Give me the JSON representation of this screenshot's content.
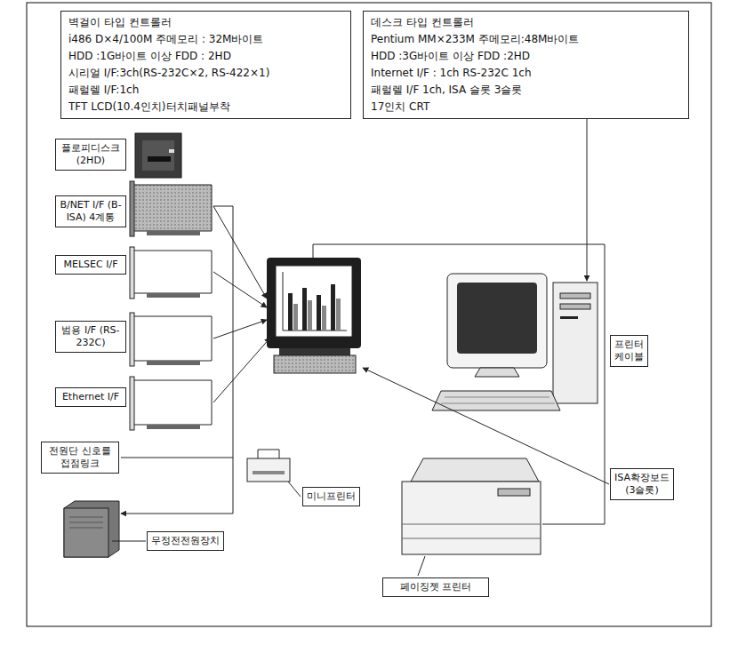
{
  "diagram": {
    "nodes": [
      {
        "text": [
          "벽걸이 타입 컨트롤러",
          "i486 D×4/100M 주메모리 : 32M바이트",
          "HDD :1G바이트 이상 FDD : 2HD",
          "시리얼 I/F:3ch(RS-232C×2, RS-422×1)",
          "패럴렐 I/F:1ch",
          "TFT LCD(10.4인치)터치패널부착"
        ]
      },
      {
        "text": [
          "데스크 타입 컨트롤러",
          "Pentium MM×233M 주메모리:48M바이트",
          "HDD :3G바이트 이상 FDD :2HD",
          "Internet I/F : 1ch RS-232C 1ch",
          "패럴렐 I/F 1ch, ISA 슬롯 3슬롯",
          "17인치 CRT"
        ]
      },
      {
        "text": [
          "플로피디스크 (2HD)"
        ]
      },
      {
        "text": [
          "B/NET I/F (B-ISA) 4계통"
        ]
      },
      {
        "text": [
          "MELSEC I/F"
        ]
      },
      {
        "text": [
          "범용 I/F (RS-232C)"
        ]
      },
      {
        "text": [
          "Ethernet I/F"
        ]
      },
      {
        "text": [
          "프린터 케이블"
        ]
      },
      {
        "text": [
          "ISA확장보드 (3슬롯)"
        ]
      },
      {
        "text": [
          "전원단 신호를 접점링크"
        ]
      },
      {
        "text": [
          "미니프린터"
        ]
      },
      {
        "text": [
          "페이징젯 프린터"
        ]
      },
      {
        "text": [
          "무정전전원장치"
        ]
      }
    ]
  }
}
